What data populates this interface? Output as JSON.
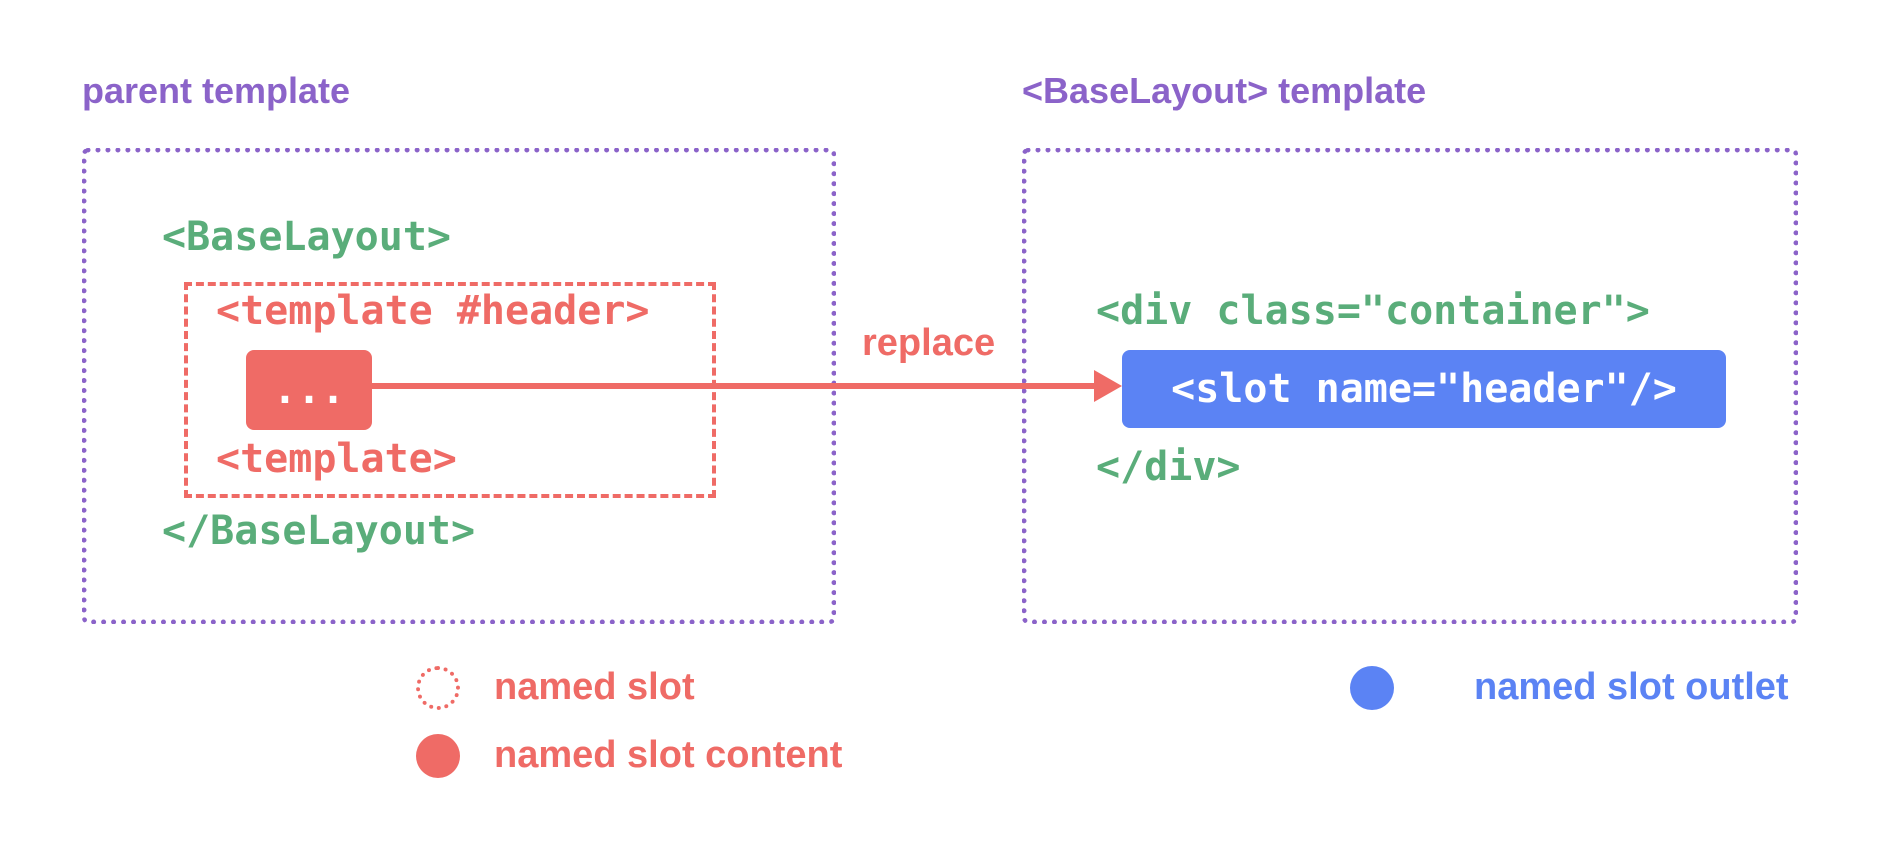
{
  "left_panel": {
    "title": "parent template",
    "open_tag": "<BaseLayout>",
    "template_open": "<template #header>",
    "content": "...",
    "template_close": "<template>",
    "close_tag": "</BaseLayout>"
  },
  "right_panel": {
    "title": "<BaseLayout> template",
    "div_open": "<div class=\"container\">",
    "slot": "<slot name=\"header\"/>",
    "div_close": "</div>"
  },
  "arrow": {
    "label": "replace"
  },
  "legend": {
    "named_slot": "named slot",
    "named_slot_content": "named slot content",
    "named_slot_outlet": "named slot outlet"
  },
  "colors": {
    "purple": "#8b63c9",
    "green": "#5aad7a",
    "red": "#ef6b66",
    "blue": "#5b83f4"
  }
}
